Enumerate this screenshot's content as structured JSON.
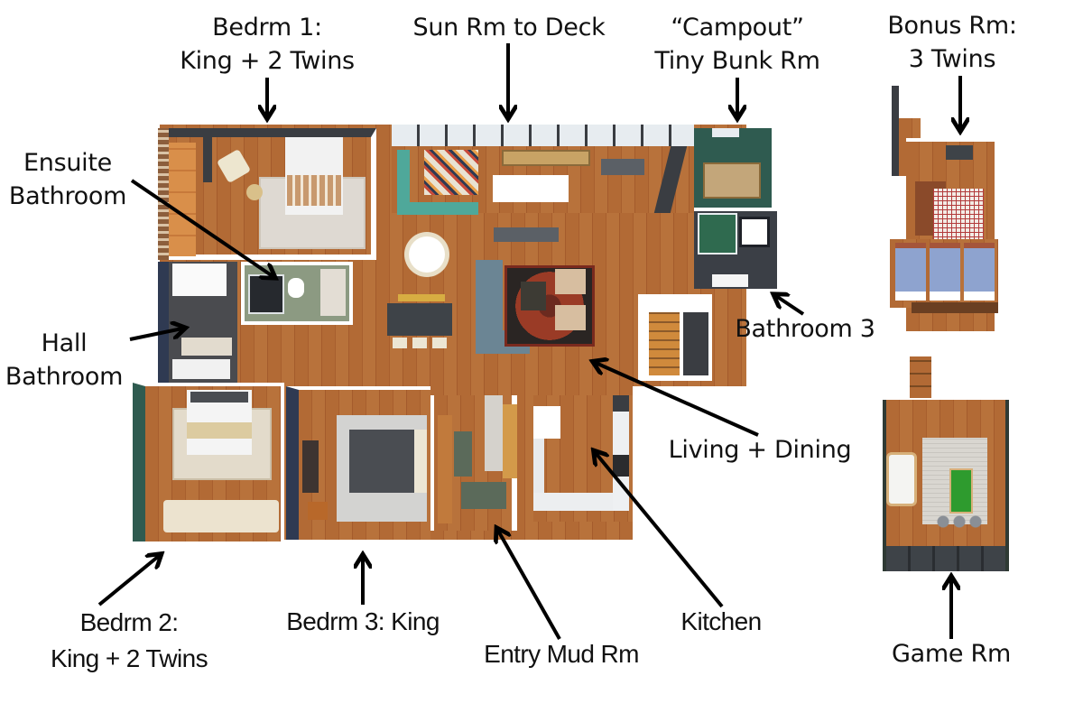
{
  "diagram": {
    "type": "annotated-floor-plan",
    "labels": {
      "bedrm1": [
        "Bedrm 1:",
        "King + 2 Twins"
      ],
      "sunroom": [
        "Sun Rm to Deck"
      ],
      "campout": [
        "“Campout”",
        "Tiny Bunk Rm"
      ],
      "bonus": [
        "Bonus Rm:",
        "3 Twins"
      ],
      "ensuite": [
        "Ensuite",
        "Bathroom"
      ],
      "hall_bath": [
        "Hall",
        "Bathroom"
      ],
      "bathroom3": [
        "Bathroom 3"
      ],
      "living_dining": [
        "Living + Dining"
      ],
      "bedrm2": [
        "Bedrm 2:",
        "King + 2 Twins"
      ],
      "bedrm3": [
        "Bedrm 3: King"
      ],
      "entry": [
        "Entry Mud Rm"
      ],
      "kitchen": [
        "Kitchen"
      ],
      "game": [
        "Game Rm"
      ]
    },
    "rooms": [
      {
        "id": "bedrm1",
        "name": "Bedroom 1",
        "beds": "King + 2 Twins"
      },
      {
        "id": "sunroom",
        "name": "Sun Room",
        "note": "to Deck"
      },
      {
        "id": "campout",
        "name": "Campout Tiny Bunk Room"
      },
      {
        "id": "bonus",
        "name": "Bonus Room",
        "beds": "3 Twins"
      },
      {
        "id": "ensuite",
        "name": "Ensuite Bathroom"
      },
      {
        "id": "hall_bath",
        "name": "Hall Bathroom"
      },
      {
        "id": "bathroom3",
        "name": "Bathroom 3"
      },
      {
        "id": "living_dining",
        "name": "Living + Dining"
      },
      {
        "id": "bedrm2",
        "name": "Bedroom 2",
        "beds": "King + 2 Twins"
      },
      {
        "id": "bedrm3",
        "name": "Bedroom 3",
        "beds": "King"
      },
      {
        "id": "entry",
        "name": "Entry Mud Room"
      },
      {
        "id": "kitchen",
        "name": "Kitchen"
      },
      {
        "id": "game",
        "name": "Game Room"
      }
    ],
    "colors": {
      "floor_wood": "#b26a35",
      "wall_dark": "#3a3d42",
      "wall_navy": "#2f3a52",
      "wall_green": "#2f5b50",
      "wall_sage": "#8c9a82",
      "sofa_teal": "#4fa89a",
      "sofa_blue_gray": "#6b8594",
      "bed_blue": "#8ea3cf",
      "plaid_red": "#b23b3b",
      "foosball_green": "#2e9b2e",
      "text": "#111111"
    }
  }
}
